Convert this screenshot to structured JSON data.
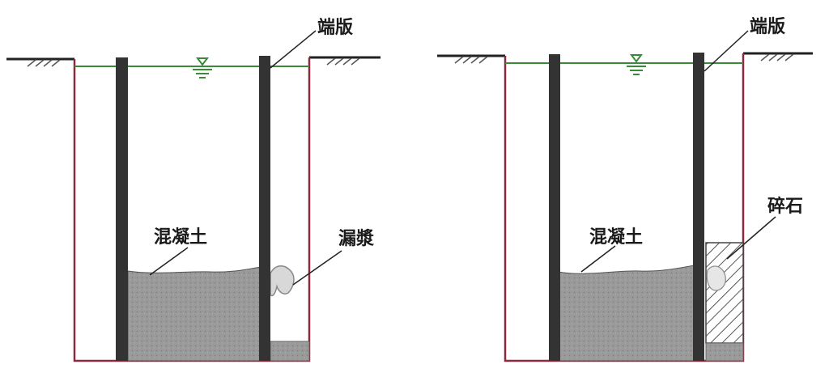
{
  "diagrams": [
    {
      "id": "left",
      "labels": {
        "end_plate": "端版",
        "concrete": "混凝土",
        "leak": "漏漿"
      }
    },
    {
      "id": "right",
      "labels": {
        "end_plate": "端版",
        "concrete": "混凝土",
        "gravel": "碎石"
      }
    }
  ],
  "colors": {
    "trench_wall": "#8a2a40",
    "guide_wall_plate": "#333333",
    "concrete_fill": "#9a9a9a",
    "water_line": "#3a8a3a",
    "ground_line": "#222222"
  }
}
